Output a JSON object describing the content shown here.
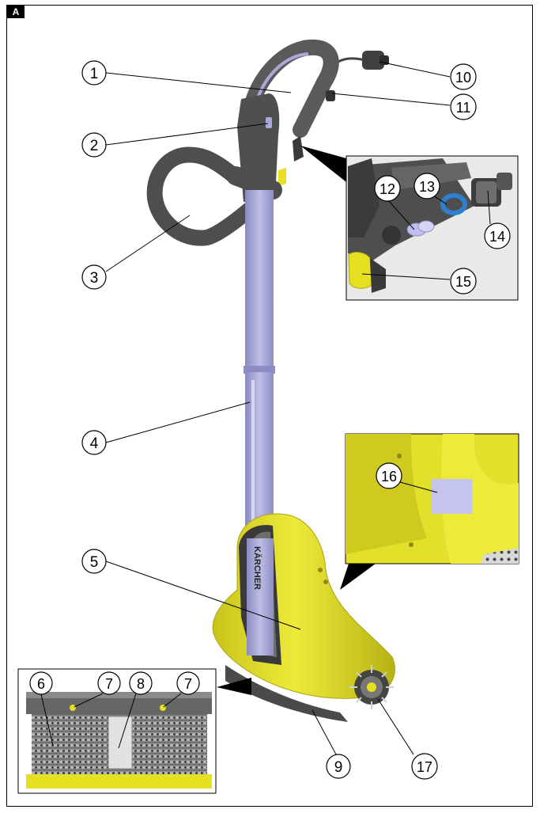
{
  "figure": {
    "tag": "A"
  },
  "callouts": [
    {
      "id": "1",
      "label": "1"
    },
    {
      "id": "2",
      "label": "2"
    },
    {
      "id": "3",
      "label": "3"
    },
    {
      "id": "4",
      "label": "4"
    },
    {
      "id": "5",
      "label": "5"
    },
    {
      "id": "6",
      "label": "6"
    },
    {
      "id": "7a",
      "label": "7"
    },
    {
      "id": "8",
      "label": "8"
    },
    {
      "id": "7b",
      "label": "7"
    },
    {
      "id": "9",
      "label": "9"
    },
    {
      "id": "10",
      "label": "10"
    },
    {
      "id": "11",
      "label": "11"
    },
    {
      "id": "12",
      "label": "12"
    },
    {
      "id": "13",
      "label": "13"
    },
    {
      "id": "14",
      "label": "14"
    },
    {
      "id": "15",
      "label": "15"
    },
    {
      "id": "16",
      "label": "16"
    },
    {
      "id": "17",
      "label": "17"
    }
  ],
  "brand": {
    "logo_text": "KÄRCHER"
  },
  "colors": {
    "housing_yellow": "#e6e021",
    "handle_grey": "#555555",
    "shaft_lavender": "#a9a8d8",
    "seal_blue": "#2f7fd0",
    "label_lavender": "#c4c4ec"
  }
}
